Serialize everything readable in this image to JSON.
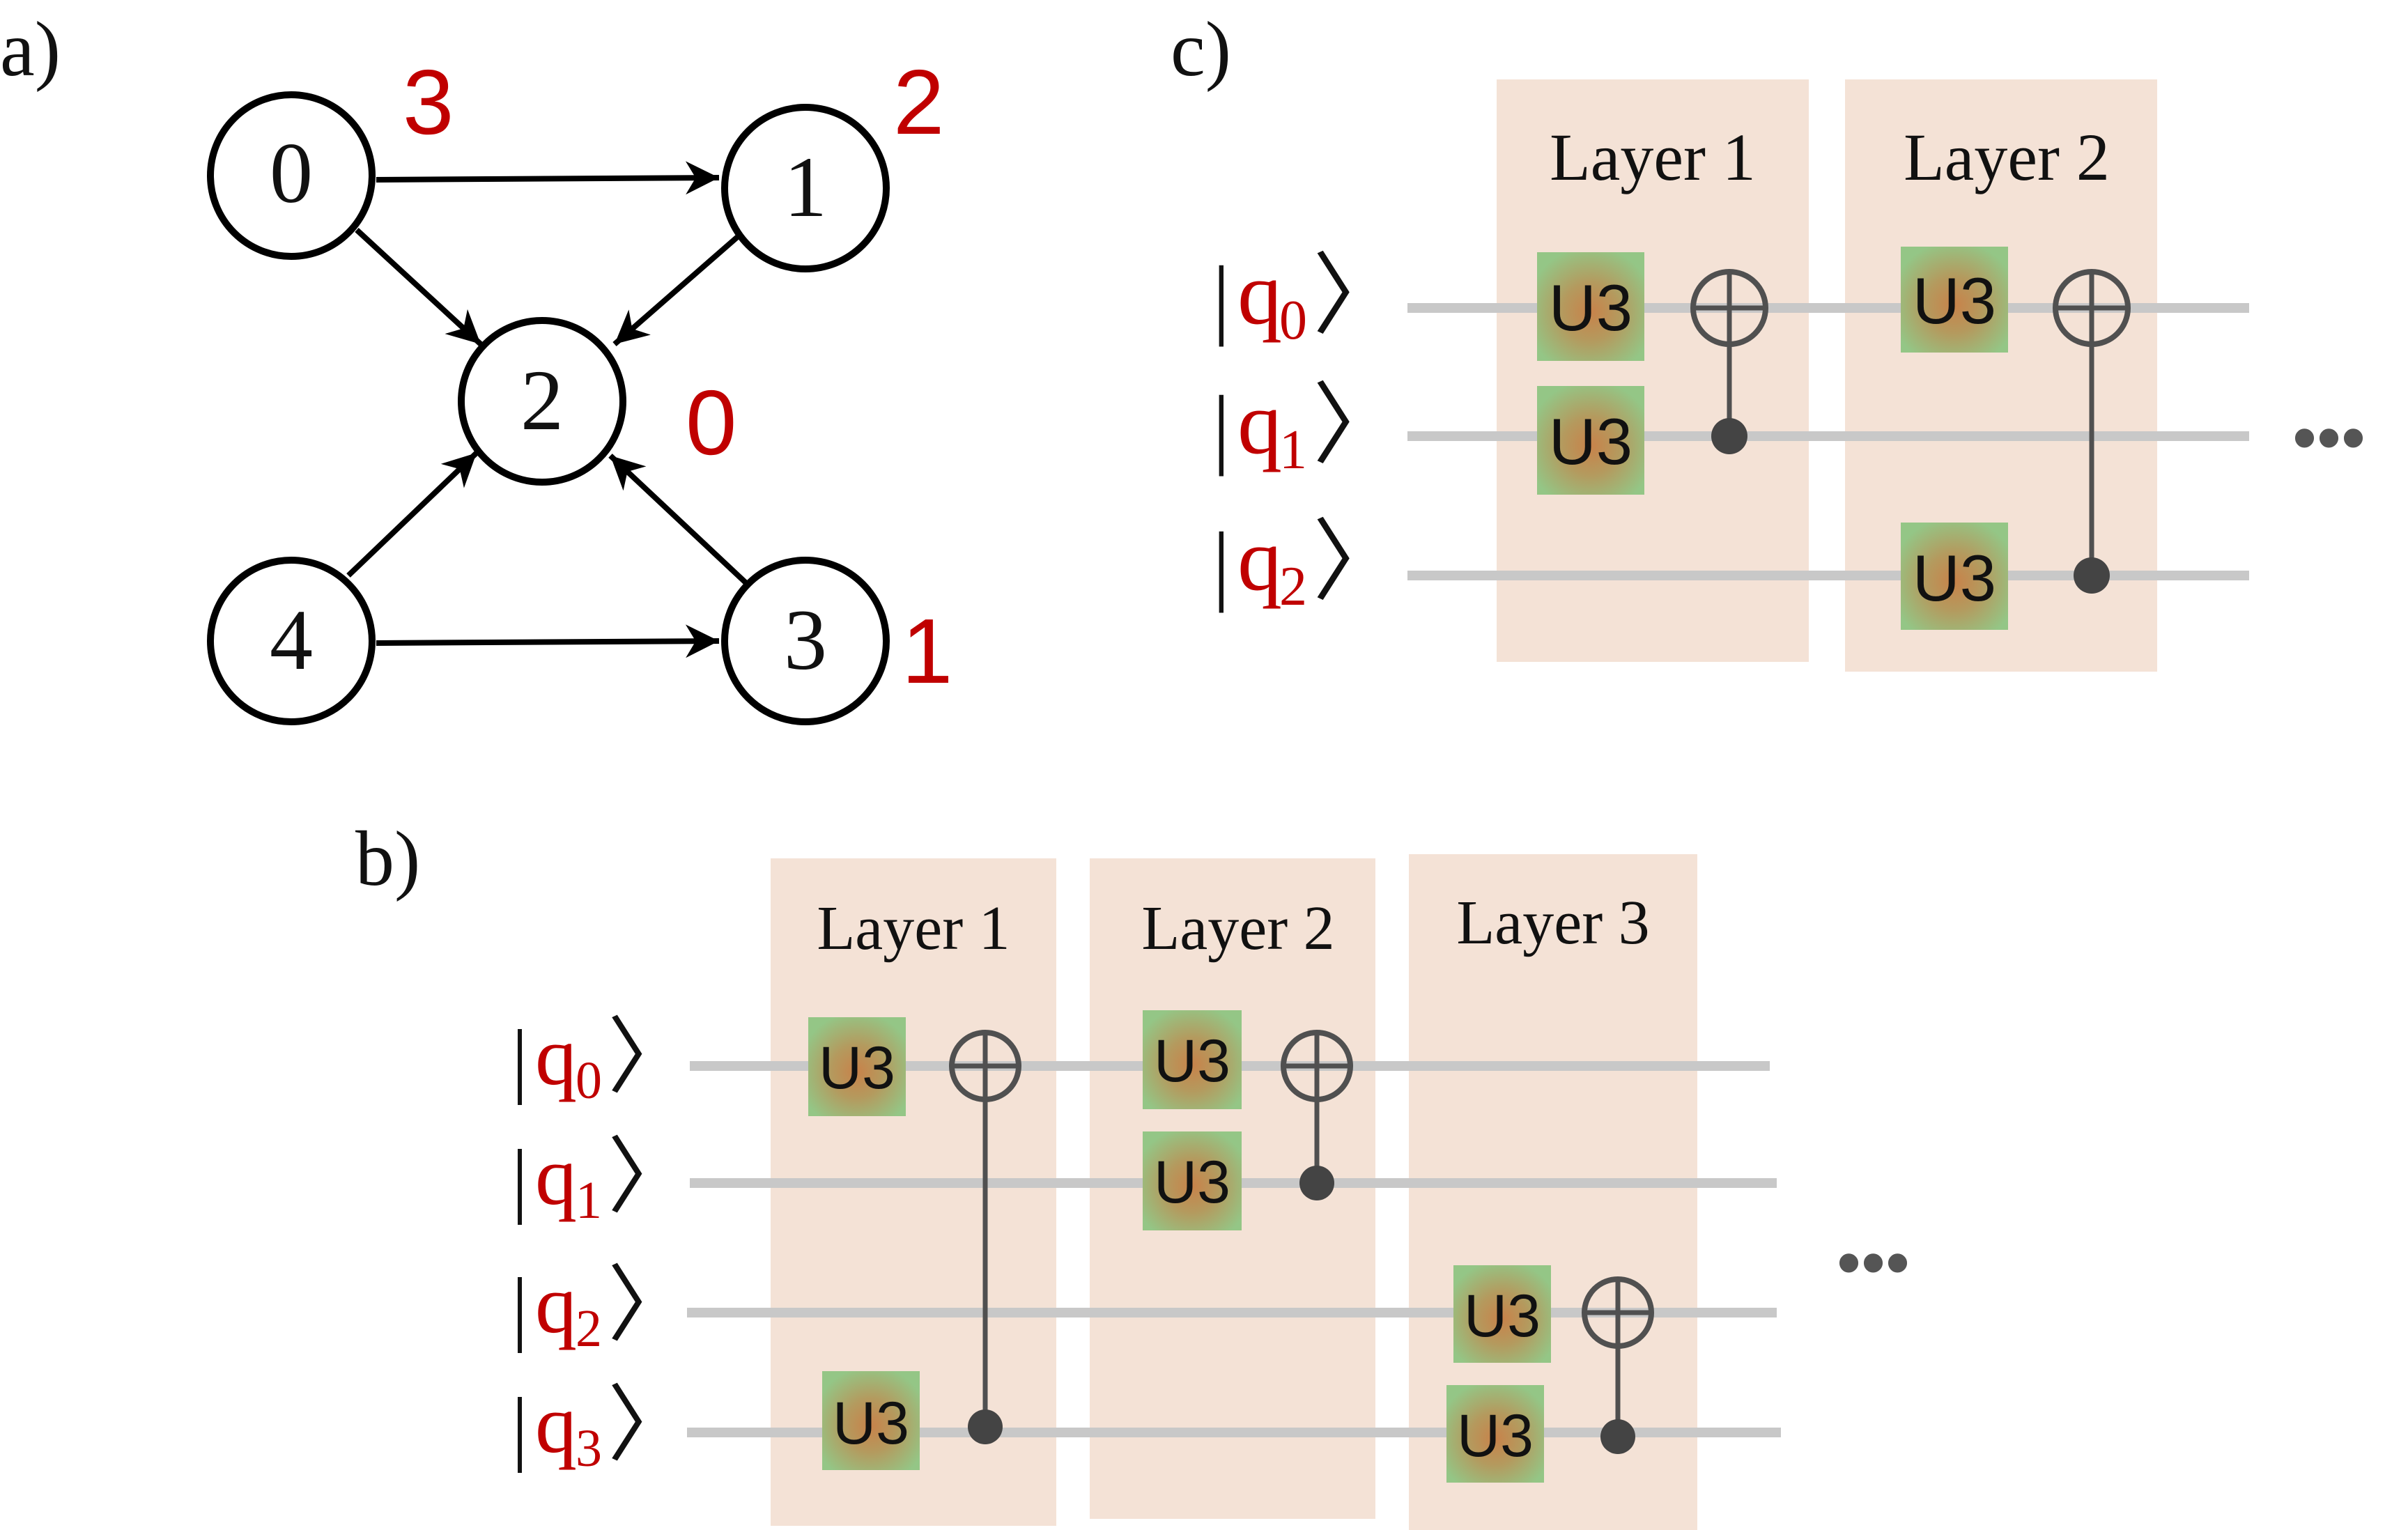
{
  "panels": {
    "a": {
      "label": "a)"
    },
    "b": {
      "label": "b)",
      "layers": [
        "Layer 1",
        "Layer 2",
        "Layer 3"
      ],
      "qubits": [
        {
          "letter": "q",
          "index": "0"
        },
        {
          "letter": "q",
          "index": "1"
        },
        {
          "letter": "q",
          "index": "2"
        },
        {
          "letter": "q",
          "index": "3"
        }
      ],
      "ellipsis": "•••"
    },
    "c": {
      "label": "c)",
      "layers": [
        "Layer 1",
        "Layer 2"
      ],
      "qubits": [
        {
          "letter": "q",
          "index": "0"
        },
        {
          "letter": "q",
          "index": "1"
        },
        {
          "letter": "q",
          "index": "2"
        }
      ],
      "ellipsis": "•••"
    }
  },
  "graph": {
    "nodes": [
      {
        "id": "0",
        "weight": "3"
      },
      {
        "id": "1",
        "weight": "2"
      },
      {
        "id": "2",
        "weight": "0"
      },
      {
        "id": "3",
        "weight": "1"
      },
      {
        "id": "4",
        "weight": ""
      }
    ],
    "edges": [
      {
        "from": "0",
        "to": "1"
      },
      {
        "from": "0",
        "to": "2"
      },
      {
        "from": "1",
        "to": "2"
      },
      {
        "from": "4",
        "to": "2"
      },
      {
        "from": "3",
        "to": "2"
      },
      {
        "from": "4",
        "to": "3"
      }
    ]
  },
  "gate_label": "U3",
  "colors": {
    "accent_red": "#c00000",
    "layer_bg": "#f4e2d6",
    "wire": "#c8c8c8",
    "gate_green": "#9ac98b",
    "gate_center": "#c88a4e"
  }
}
